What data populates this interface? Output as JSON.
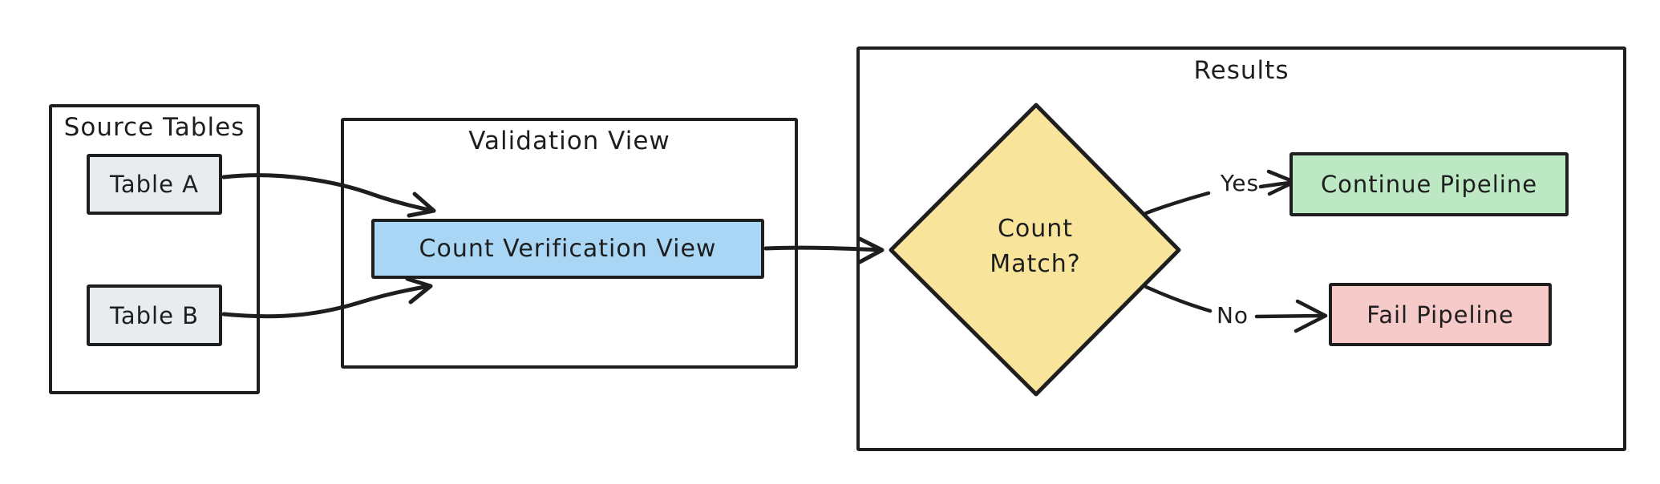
{
  "diagram": {
    "stroke_color": "#1e1e1e",
    "background_color": "#ffffff"
  },
  "source_tables": {
    "title": "Source Tables",
    "nodes": [
      {
        "label": "Table A",
        "fill": "#e9ecef"
      },
      {
        "label": "Table B",
        "fill": "#e9ecef"
      }
    ]
  },
  "validation_view": {
    "title": "Validation View",
    "node": {
      "label": "Count Verification View",
      "fill": "#a9d6f5"
    }
  },
  "results": {
    "title": "Results",
    "decision": {
      "label": "Count\nMatch?",
      "fill": "#f9e49c"
    },
    "yes_branch": {
      "label": "Yes",
      "target": {
        "label": "Continue Pipeline",
        "fill": "#bce9c3"
      }
    },
    "no_branch": {
      "label": "No",
      "target": {
        "label": "Fail Pipeline",
        "fill": "#f7caca"
      }
    }
  }
}
